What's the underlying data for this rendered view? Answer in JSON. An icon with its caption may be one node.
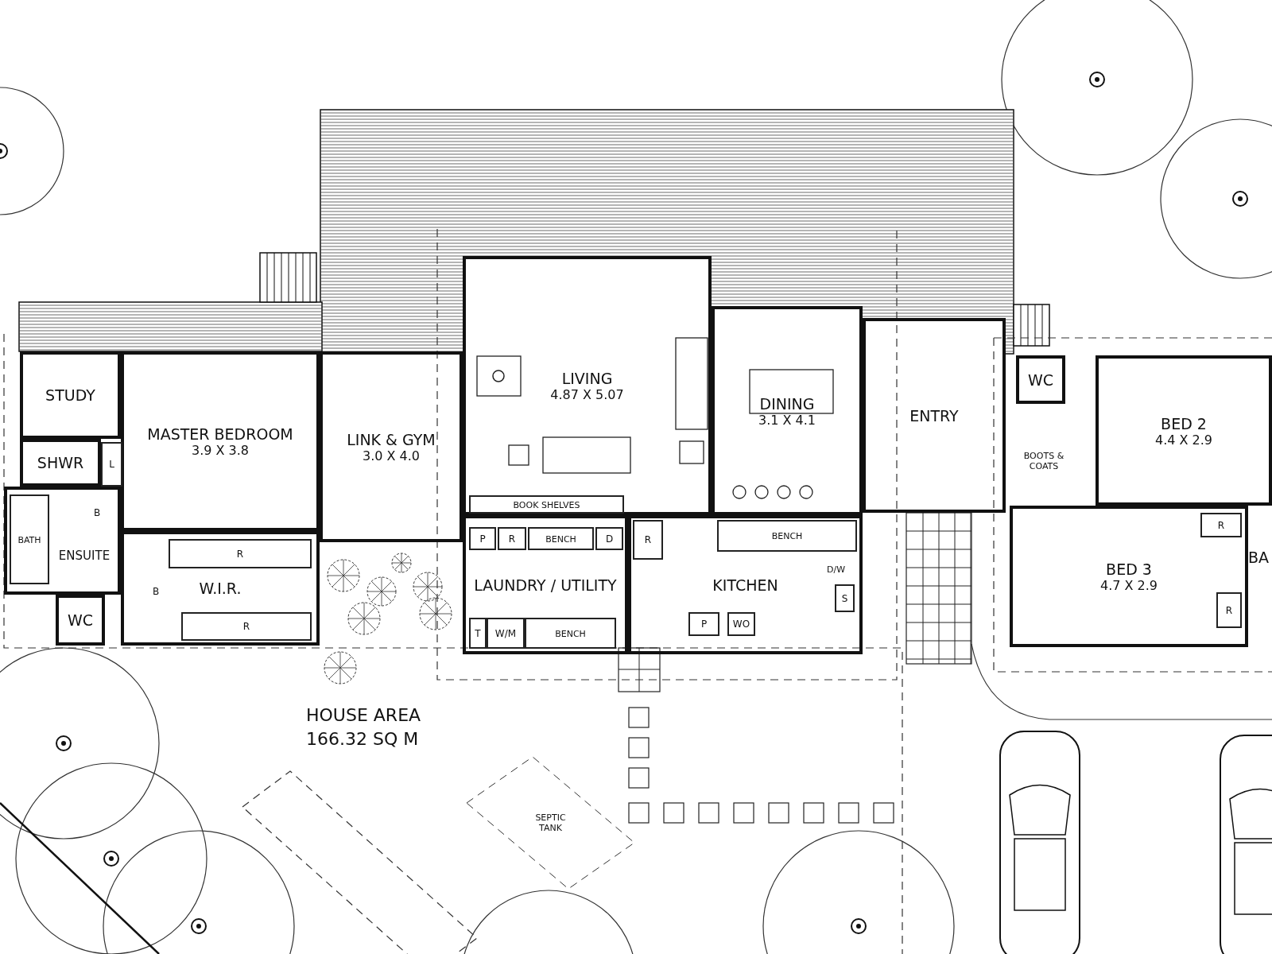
{
  "diagram": {
    "nodes": [
      {
        "text": [
          "STUDY"
        ]
      },
      {
        "text": [
          "MASTER BEDROOM",
          "3.9 X 3.8"
        ]
      },
      {
        "text": [
          "SHWR"
        ]
      },
      {
        "text": [
          "L"
        ]
      },
      {
        "text": [
          "ENSUITE"
        ]
      },
      {
        "text": [
          "BATH"
        ],
        "in": 4
      },
      {
        "text": [
          "WC"
        ]
      },
      {
        "text": [
          "W.I.R."
        ]
      },
      {
        "text": [
          "R"
        ],
        "in": 7
      },
      {
        "text": [
          "R"
        ],
        "in": 7
      },
      {
        "text": [
          "LINK & GYM",
          "3.0 X 4.0"
        ]
      },
      {
        "text": [
          "LIVING",
          "4.87 X 5.07"
        ]
      },
      {
        "text": [
          "BOOK SHELVES"
        ],
        "in": 11
      },
      {
        "text": [
          "DINING",
          "3.1 X 4.1"
        ]
      },
      {
        "text": [
          "LAUNDRY / UTILITY"
        ]
      },
      {
        "text": [
          "P"
        ],
        "in": 14
      },
      {
        "text": [
          "R"
        ],
        "in": 14
      },
      {
        "text": [
          "BENCH"
        ],
        "in": 14
      },
      {
        "text": [
          "D"
        ],
        "in": 14
      },
      {
        "text": [
          "T"
        ],
        "in": 14
      },
      {
        "text": [
          "W/M"
        ],
        "in": 14
      },
      {
        "text": [
          "BENCH"
        ],
        "in": 14
      },
      {
        "text": [
          "KITCHEN"
        ]
      },
      {
        "text": [
          "R"
        ],
        "in": 22
      },
      {
        "text": [
          "BENCH"
        ],
        "in": 22
      },
      {
        "text": [
          "P"
        ],
        "in": 22
      },
      {
        "text": [
          "WO"
        ],
        "in": 22
      },
      {
        "text": [
          "S"
        ],
        "in": 22
      },
      {
        "text": [
          "ENTRY"
        ]
      },
      {
        "text": [
          "WC"
        ]
      },
      {
        "text": [
          "BED 2",
          "4.4 X 2.9"
        ]
      },
      {
        "text": [
          "BED 3",
          "4.7 X 2.9"
        ]
      },
      {
        "text": [
          "R"
        ],
        "in": 31
      },
      {
        "text": [
          "R"
        ],
        "in": 31
      },
      {
        "text": [
          "SEPTIC TANK"
        ]
      }
    ],
    "labels": [
      "B",
      "B",
      "D/W",
      "BOOTS & COATS",
      "BA",
      "HOUSE AREA 166.32 SQ M"
    ]
  }
}
